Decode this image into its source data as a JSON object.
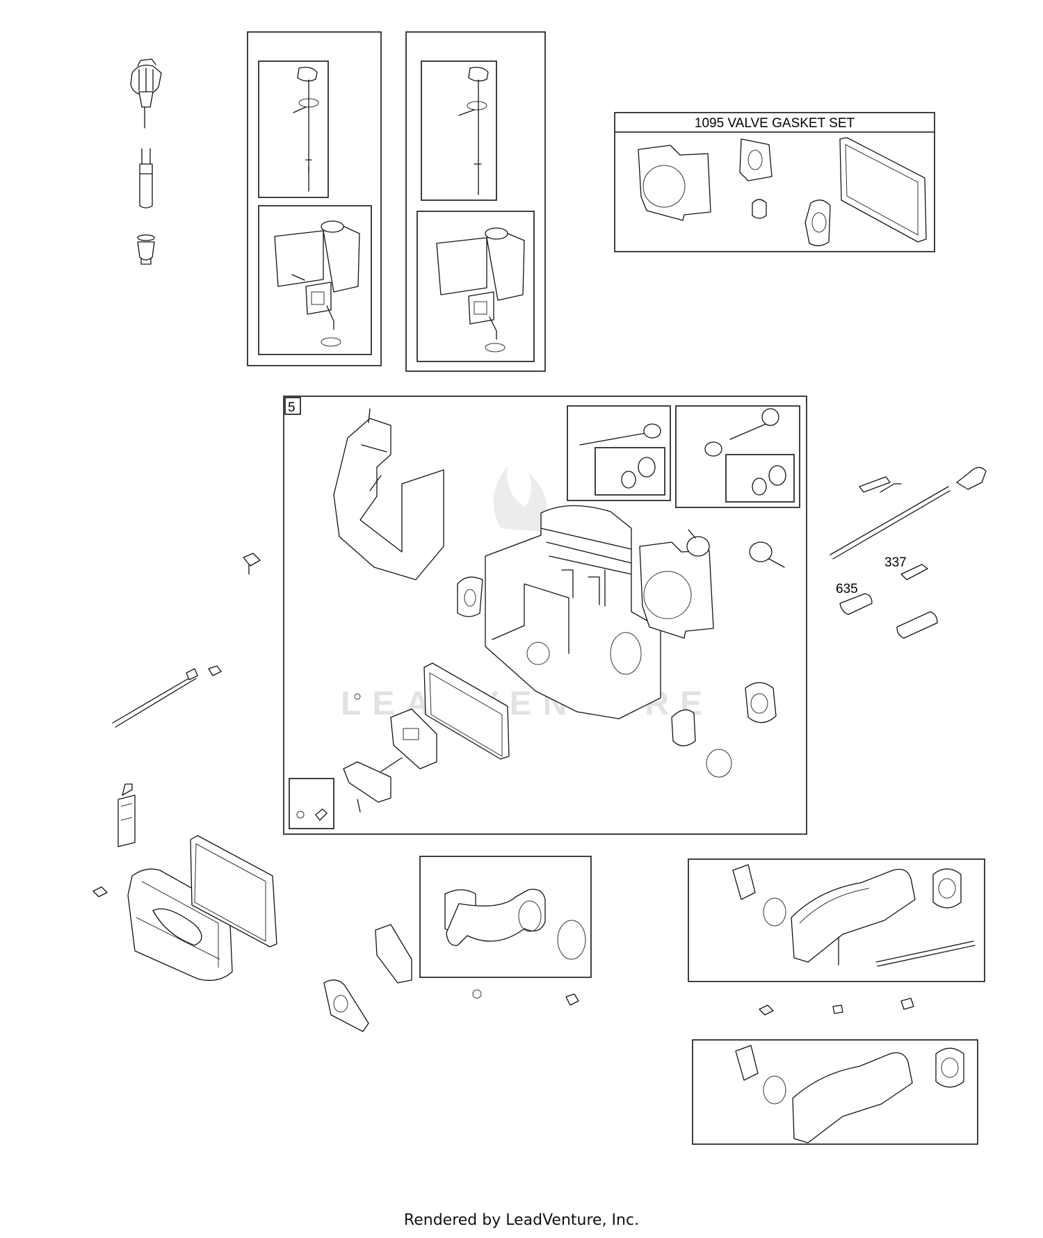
{
  "diagram": {
    "box_label_valve_gasket_set": "1095 VALVE GASKET SET",
    "box_label_cylinder_head": "5",
    "callout_337": "337",
    "callout_635": "635",
    "watermark": "LEADVENTURE"
  },
  "footer": {
    "text": "Rendered by LeadVenture, Inc."
  }
}
